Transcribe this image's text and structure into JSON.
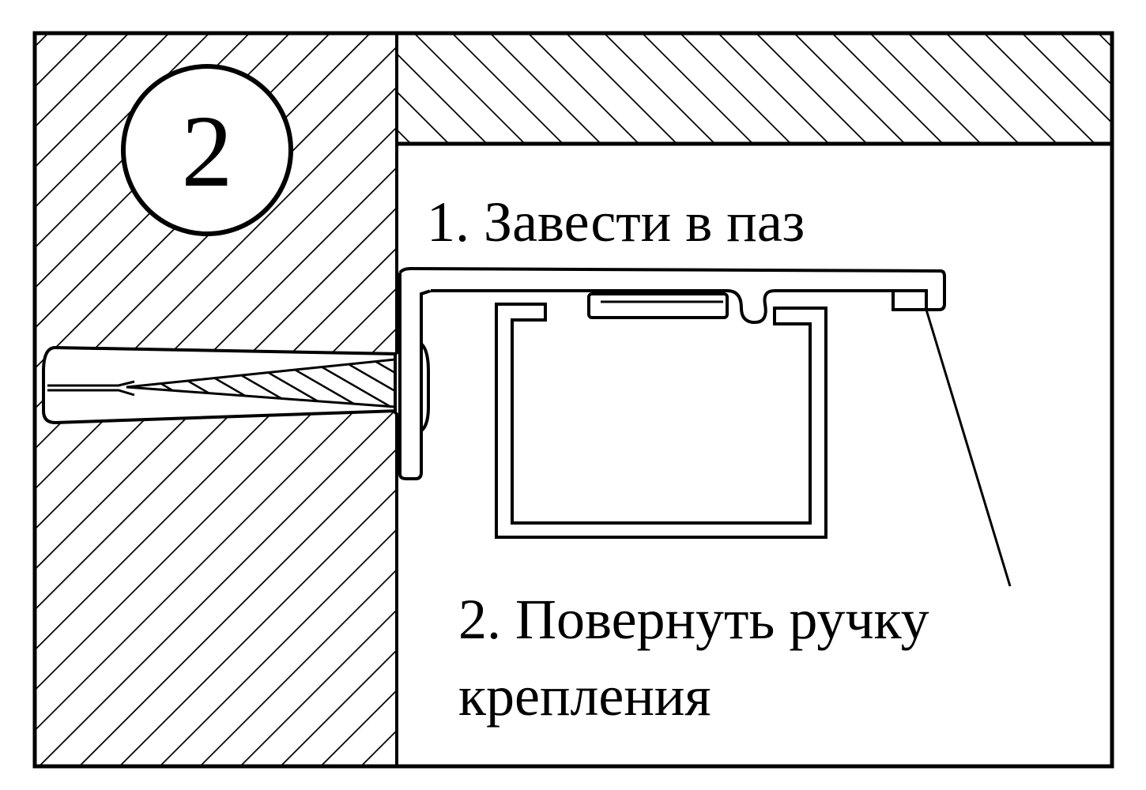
{
  "step_badge": {
    "number": "2"
  },
  "labels": {
    "step_1": "1. Завести в паз",
    "step_2_line1": "2. Повернуть ручку",
    "step_2_line2": "крепления"
  },
  "colors": {
    "ink": "#000000",
    "paper": "#ffffff"
  }
}
